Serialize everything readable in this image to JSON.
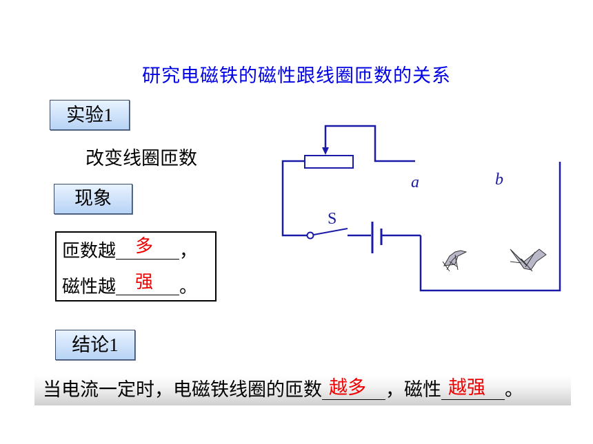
{
  "title": "研究电磁铁的磁性跟线圈匝数的关系",
  "experiment": {
    "tag_label": "实验",
    "tag_number": "1",
    "description": "改变线圈匝数"
  },
  "phenomenon": {
    "tag_label": "现象",
    "line1_prefix": "匝数越",
    "line1_answer": "多",
    "line1_suffix": "，",
    "line2_prefix": "磁性越",
    "line2_answer": "强",
    "line2_suffix": "。"
  },
  "conclusion": {
    "tag_label": "结论",
    "tag_number": "1",
    "text_prefix": "当电流一定时，电磁铁线圈的匝数",
    "answer1": "越多",
    "text_middle": "，磁性",
    "answer2": "越强",
    "text_suffix": "。"
  },
  "circuit": {
    "label_a": "a",
    "label_b": "b",
    "label_switch": "S"
  },
  "colors": {
    "title": "#0000e6",
    "answer": "#ee0000",
    "circuit_wire": "#1a1aa8"
  }
}
